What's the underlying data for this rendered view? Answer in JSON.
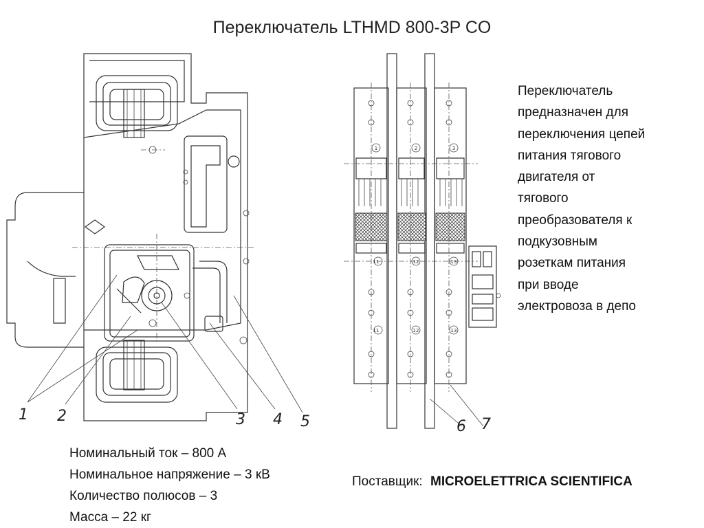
{
  "title": "Переключатель LTHMD 800-3P CO",
  "description_lines": [
    "Переключатель",
    "предназначен для",
    "переключения цепей",
    "питания тягового",
    "двигателя от",
    "тягового",
    "преобразователя к",
    "подкузовным",
    "розеткам питания",
    "при вводе",
    "электровоза в депо"
  ],
  "specs": [
    "Номинальный ток – 800 А",
    "Номинальное напряжение – 3 кВ",
    "Количество полюсов – 3",
    "Масса – 22 кг"
  ],
  "supplier": {
    "label": "Поставщик:",
    "name": "MICROELETTRICA SCIENTIFICA"
  },
  "callouts": [
    "1",
    "2",
    "3",
    "4",
    "5",
    "6",
    "7"
  ],
  "pole_labels_top": [
    "1",
    "2",
    "3"
  ],
  "pole_labels_mid": [
    "11",
    "12",
    "13"
  ],
  "pole_labels_bottom": [
    "11",
    "12",
    "13"
  ]
}
